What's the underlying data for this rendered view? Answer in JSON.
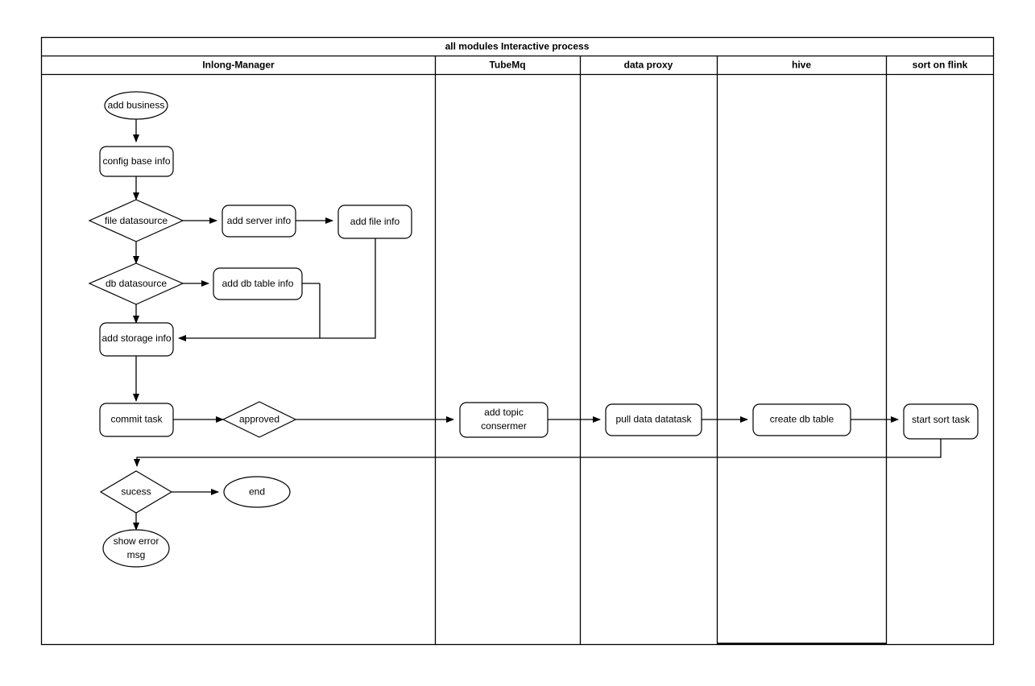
{
  "diagram": {
    "title": "all modules Interactive process",
    "type": "swimlane-flowchart",
    "lanes": [
      {
        "id": "lane-inlong-manager",
        "label": "Inlong-Manager"
      },
      {
        "id": "lane-tubemq",
        "label": "TubeMq"
      },
      {
        "id": "lane-data-proxy",
        "label": "data proxy"
      },
      {
        "id": "lane-hive",
        "label": "hive"
      },
      {
        "id": "lane-sort-on-flink",
        "label": "sort on flink"
      }
    ],
    "nodes": [
      {
        "id": "add-business",
        "label": "add business",
        "shape": "ellipse",
        "lane": "lane-inlong-manager"
      },
      {
        "id": "config-base-info",
        "label": "config base info",
        "shape": "rounded-rect",
        "lane": "lane-inlong-manager"
      },
      {
        "id": "file-datasource",
        "label": "file datasource",
        "shape": "diamond",
        "lane": "lane-inlong-manager"
      },
      {
        "id": "add-server-info",
        "label": "add server info",
        "shape": "rounded-rect",
        "lane": "lane-inlong-manager"
      },
      {
        "id": "add-file-info",
        "label": "add file info",
        "shape": "rounded-rect",
        "lane": "lane-inlong-manager"
      },
      {
        "id": "db-datasource",
        "label": "db datasource",
        "shape": "diamond",
        "lane": "lane-inlong-manager"
      },
      {
        "id": "add-db-table-info",
        "label": "add db table info",
        "shape": "rounded-rect",
        "lane": "lane-inlong-manager"
      },
      {
        "id": "add-storage-info",
        "label": "add storage info",
        "shape": "rounded-rect",
        "lane": "lane-inlong-manager"
      },
      {
        "id": "commit-task",
        "label": "commit task",
        "shape": "rounded-rect",
        "lane": "lane-inlong-manager"
      },
      {
        "id": "approved",
        "label": "approved",
        "shape": "diamond",
        "lane": "lane-inlong-manager"
      },
      {
        "id": "add-topic-consermer",
        "label": "add topic\nconsermer",
        "label_line1": "add topic",
        "label_line2": "consermer",
        "shape": "rounded-rect",
        "lane": "lane-tubemq"
      },
      {
        "id": "pull-data-datatask",
        "label": "pull data datatask",
        "shape": "rounded-rect",
        "lane": "lane-data-proxy"
      },
      {
        "id": "create-db-table",
        "label": "create db table",
        "shape": "rounded-rect",
        "lane": "lane-hive"
      },
      {
        "id": "start-sort-task",
        "label": "start sort task",
        "shape": "rounded-rect",
        "lane": "lane-sort-on-flink"
      },
      {
        "id": "sucess",
        "label": "sucess",
        "shape": "diamond",
        "lane": "lane-inlong-manager"
      },
      {
        "id": "end",
        "label": "end",
        "shape": "ellipse",
        "lane": "lane-inlong-manager"
      },
      {
        "id": "show-error-msg",
        "label": "show error\nmsg",
        "label_line1": "show error",
        "label_line2": "msg",
        "shape": "ellipse",
        "lane": "lane-inlong-manager"
      }
    ],
    "edges": [
      {
        "from": "add-business",
        "to": "config-base-info"
      },
      {
        "from": "config-base-info",
        "to": "file-datasource"
      },
      {
        "from": "file-datasource",
        "to": "add-server-info"
      },
      {
        "from": "file-datasource",
        "to": "db-datasource"
      },
      {
        "from": "add-server-info",
        "to": "add-file-info"
      },
      {
        "from": "add-file-info",
        "to": "add-storage-info"
      },
      {
        "from": "db-datasource",
        "to": "add-db-table-info"
      },
      {
        "from": "db-datasource",
        "to": "add-storage-info"
      },
      {
        "from": "add-db-table-info",
        "to": "add-storage-info"
      },
      {
        "from": "add-storage-info",
        "to": "commit-task"
      },
      {
        "from": "commit-task",
        "to": "approved"
      },
      {
        "from": "approved",
        "to": "add-topic-consermer"
      },
      {
        "from": "add-topic-consermer",
        "to": "pull-data-datatask"
      },
      {
        "from": "pull-data-datatask",
        "to": "create-db-table"
      },
      {
        "from": "create-db-table",
        "to": "start-sort-task"
      },
      {
        "from": "start-sort-task",
        "to": "sucess"
      },
      {
        "from": "sucess",
        "to": "end"
      },
      {
        "from": "sucess",
        "to": "show-error-msg"
      }
    ],
    "colors": {
      "stroke": "#000000",
      "fill": "#ffffff",
      "text": "#000000"
    }
  }
}
